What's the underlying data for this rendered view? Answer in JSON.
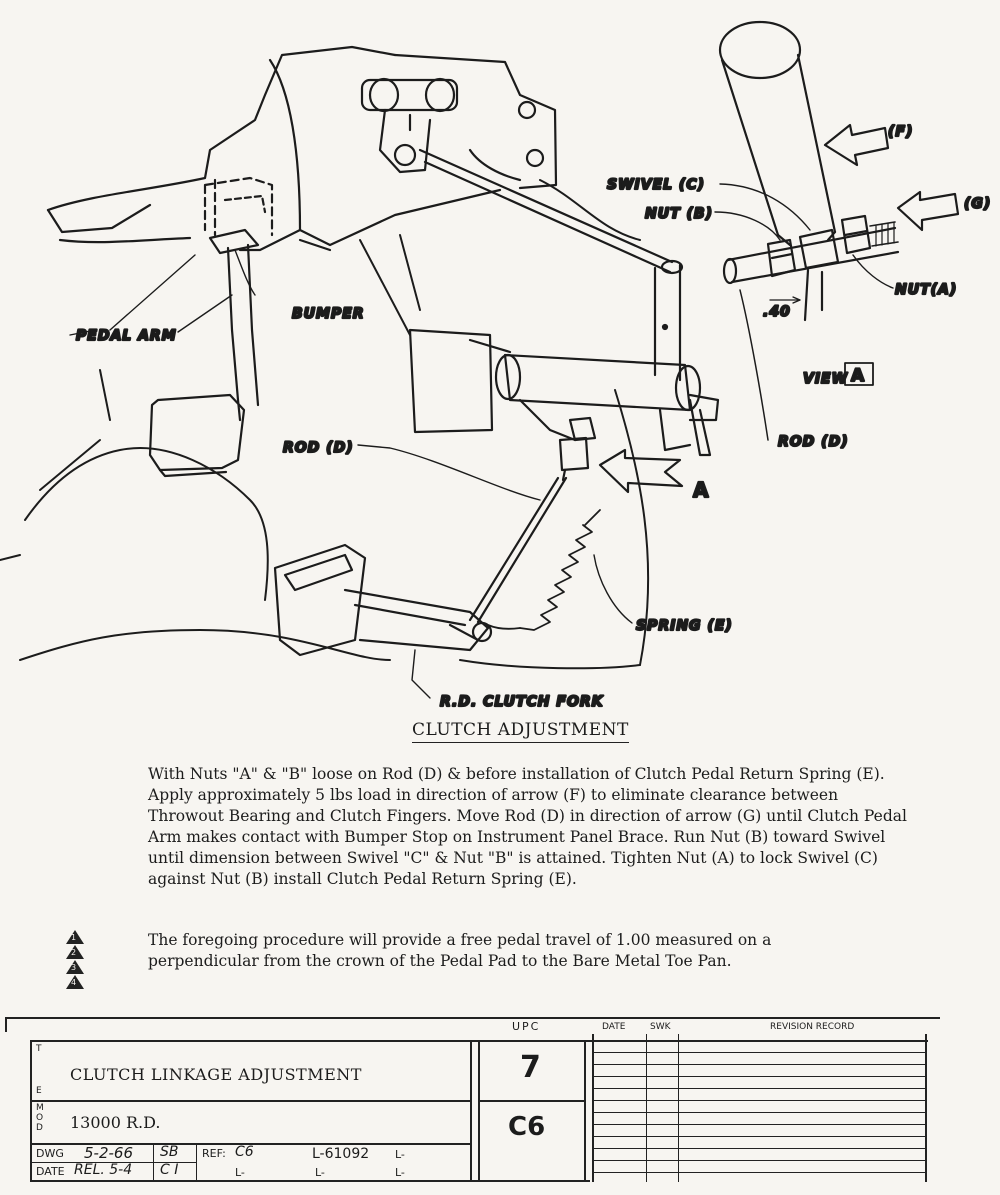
{
  "diagram": {
    "labels": {
      "f": "(F)",
      "g": "(G)",
      "swivel_c": "SWIVEL (C)",
      "nut_b": "NUT (B)",
      "nut_a": "NUT(A)",
      "dim_40": ".40",
      "view_word": "VIEW",
      "view_letter": "A",
      "rod_d_right": "ROD (D)",
      "rod_d_left": "ROD (D)",
      "arrow_a": "A",
      "pedal_arm": "PEDAL ARM",
      "bumper": "BUMPER",
      "spring_e": "SPRING (E)",
      "clutch_fork": "R.D. CLUTCH FORK"
    }
  },
  "section": {
    "title": "CLUTCH ADJUSTMENT",
    "paragraph_1": "With Nuts \"A\" & \"B\" loose on Rod (D) & before installation of Clutch Pedal Return Spring (E). Apply approximately 5 lbs load in direction of arrow (F) to eliminate clearance between Throwout Bearing and Clutch Fingers. Move Rod (D) in direction of arrow (G) until Clutch Pedal Arm makes contact with Bumper Stop on Instrument Panel Brace. Run Nut (B) toward Swivel until dimension between Swivel \"C\" & Nut \"B\" is attained. Tighten Nut (A) to lock Swivel (C) against Nut (B) install Clutch Pedal Return Spring (E).",
    "paragraph_2": "The foregoing procedure will provide a free pedal travel of 1.00 measured on a perpendicular from the crown of the Pedal Pad to the Bare Metal Toe Pan.",
    "delta_marks": [
      "1",
      "2",
      "3",
      "4"
    ]
  },
  "title_block": {
    "upc_header": "UPC",
    "date_header": "DATE",
    "swk_header": "SWK",
    "revision_header": "REVISION RECORD",
    "title_prefix": "T",
    "title_suffix": "E",
    "title": "CLUTCH LINKAGE ADJUSTMENT",
    "model_prefix": "MOD",
    "model": "13000 R.D.",
    "upc_value": "7",
    "section_code": "C6",
    "dwg_label": "DWG",
    "date_label": "DATE",
    "dwg_date": "5-2-66",
    "dwg_initials": "SB",
    "rel_date": "REL. 5-4",
    "rel_initials": "C I",
    "ref_label": "REF:",
    "ref_value": "C6",
    "l_number": "L-61092",
    "l_suffix": "L-",
    "l_blank_1": "L-",
    "l_blank_2": "L-",
    "l_blank_3": "L-"
  }
}
